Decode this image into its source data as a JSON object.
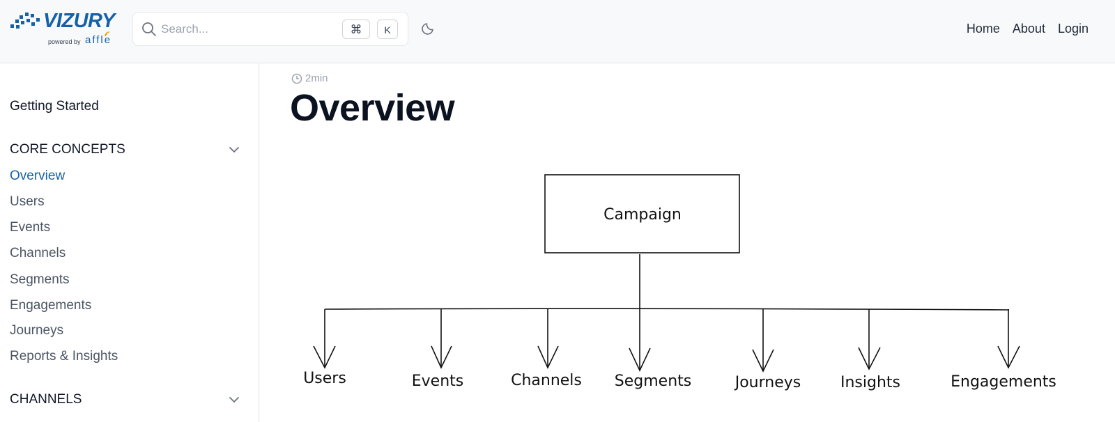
{
  "header": {
    "logo": {
      "wordmark": "VIZURY",
      "powered_by": "powered by",
      "partner": "affle"
    },
    "search": {
      "placeholder": "Search...",
      "shortcut_cmd": "⌘",
      "shortcut_key": "K"
    },
    "theme_icon": "moon-icon",
    "nav": [
      "Home",
      "About",
      "Login"
    ]
  },
  "sidebar": {
    "getting_started": "Getting Started",
    "sections": [
      {
        "label": "CORE CONCEPTS",
        "expanded": true,
        "items": [
          {
            "label": "Overview",
            "active": true
          },
          {
            "label": "Users",
            "active": false
          },
          {
            "label": "Events",
            "active": false
          },
          {
            "label": "Channels",
            "active": false
          },
          {
            "label": "Segments",
            "active": false
          },
          {
            "label": "Engagements",
            "active": false
          },
          {
            "label": "Journeys",
            "active": false
          },
          {
            "label": "Reports & Insights",
            "active": false
          }
        ]
      },
      {
        "label": "CHANNELS",
        "expanded": false
      }
    ]
  },
  "main": {
    "read_time": "2min",
    "title": "Overview",
    "diagram": {
      "root": "Campaign",
      "children": [
        "Users",
        "Events",
        "Channels",
        "Segments",
        "Journeys",
        "Insights",
        "Engagements"
      ]
    }
  },
  "colors": {
    "accent": "#1561a8",
    "text": "#111827",
    "muted": "#4b5563",
    "header_bg": "#f8f9fb"
  }
}
